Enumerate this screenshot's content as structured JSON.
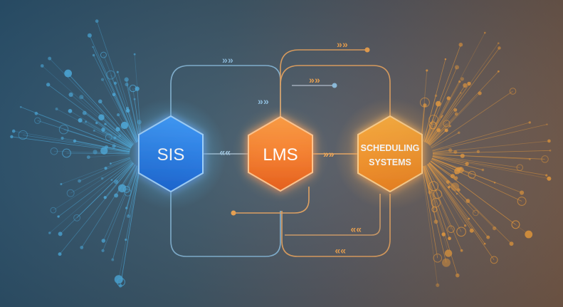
{
  "nodes": {
    "sis": {
      "label": "SIS",
      "color": "#1e7df0"
    },
    "lms": {
      "label": "LMS",
      "color": "#f26a1b"
    },
    "scheduling": {
      "line1": "SCHEDULING",
      "line2": "SYSTEMS",
      "color": "#f7931e"
    }
  },
  "colors": {
    "connector_blue": "#7fb4d8",
    "connector_orange": "#e9a35a",
    "burst_left": "#4fb3e8",
    "burst_right": "#f0a040"
  },
  "arrow_glyph": "»"
}
